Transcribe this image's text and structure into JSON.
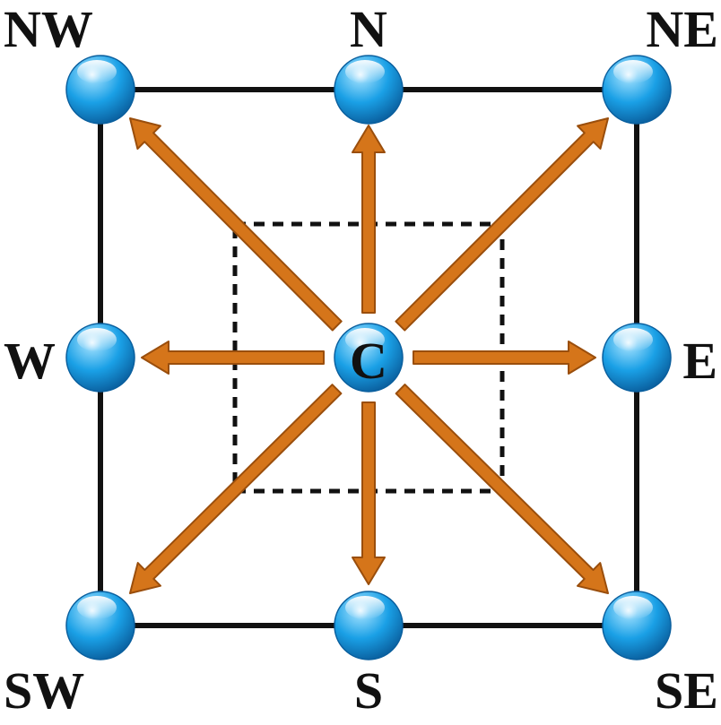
{
  "labels": {
    "nw": "NW",
    "n": "N",
    "ne": "NE",
    "w": "W",
    "e": "E",
    "sw": "SW",
    "s": "S",
    "se": "SE",
    "center": "C"
  },
  "colors": {
    "frame": "#111111",
    "arrow": "#D5751A",
    "arrow_edge": "#9A4E0C",
    "node": "#1AA0E6",
    "node_dark": "#0A5F9E",
    "node_highlight": "#E8F7FF",
    "text": "#111111"
  }
}
